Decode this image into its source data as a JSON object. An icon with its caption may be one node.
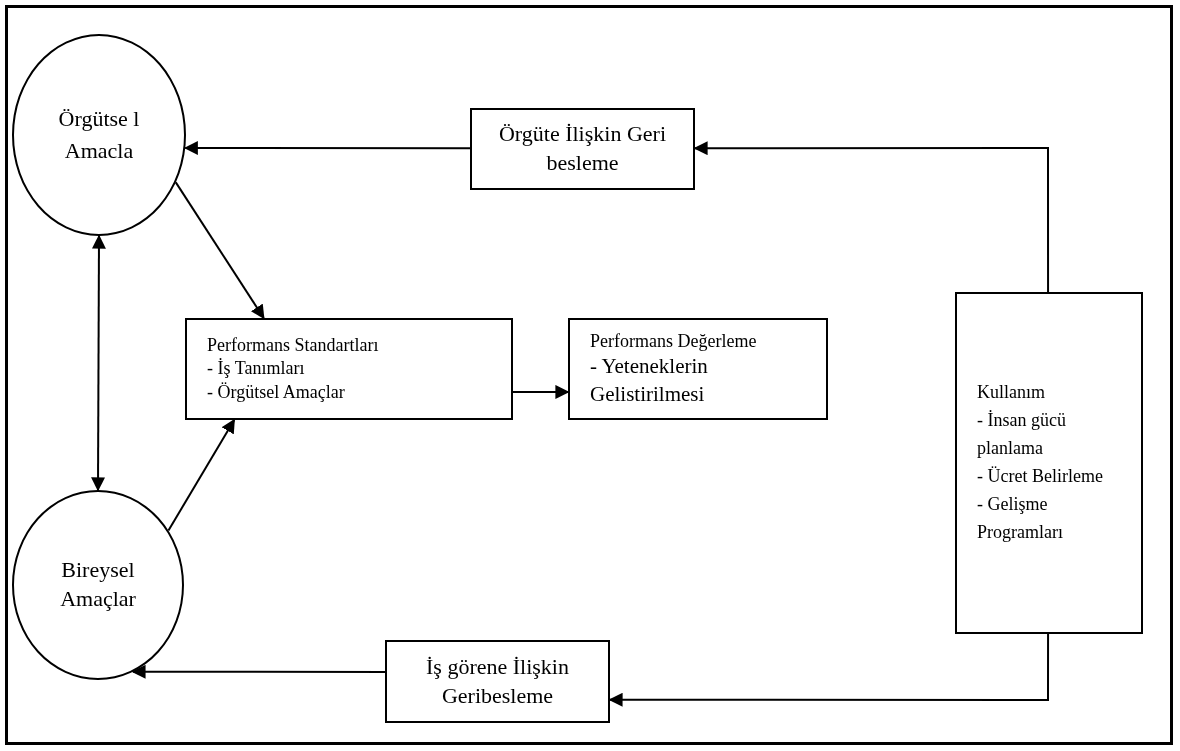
{
  "diagram": {
    "nodes": [
      {
        "text": [
          "Örgütse l Amacla"
        ]
      },
      {
        "text": [
          "Örgüte İlişkin Geri besleme"
        ]
      },
      {
        "text": [
          "Performans Standartları",
          "- İş Tanımları",
          "- Örgütsel Amaçlar"
        ]
      },
      {
        "text": [
          "Performans Değerleme",
          "- Yeteneklerin Gelistirilmesi"
        ]
      },
      {
        "text": [
          "Kullanım",
          "- İnsan gücü planlama",
          "- Ücret Belirleme",
          "- Gelişme Programları"
        ]
      },
      {
        "text": [
          "Bireysel Amaçlar"
        ]
      },
      {
        "text": [
          "İş görene İlişkin Geribesleme"
        ]
      }
    ],
    "edges": [
      {
        "from": 1,
        "to": 0,
        "arrow": "to"
      },
      {
        "from": 4,
        "to": 1,
        "arrow": "to"
      },
      {
        "from": 4,
        "to": 6,
        "arrow": "to"
      },
      {
        "from": 6,
        "to": 5,
        "arrow": "to"
      },
      {
        "from": 0,
        "to": 2,
        "arrow": "to"
      },
      {
        "from": 5,
        "to": 2,
        "arrow": "to"
      },
      {
        "from": 0,
        "to": 5,
        "arrow": "both"
      },
      {
        "from": 2,
        "to": 3,
        "arrow": "to"
      }
    ]
  }
}
